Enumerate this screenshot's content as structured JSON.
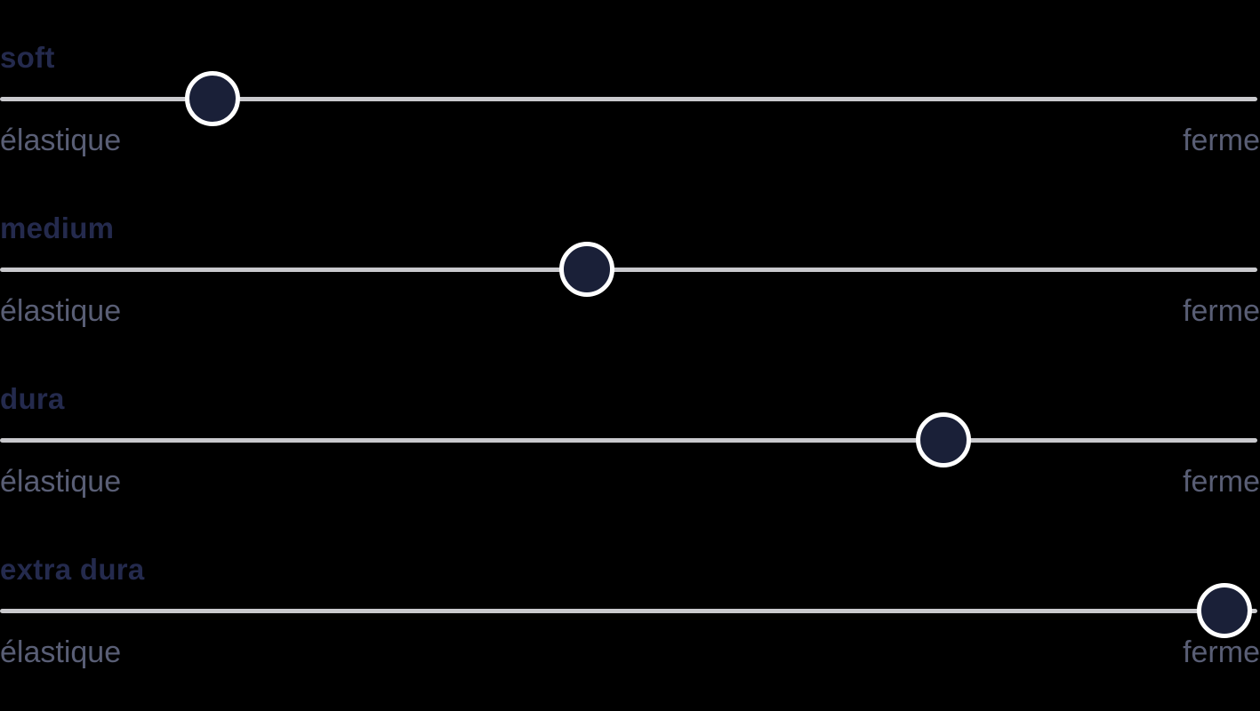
{
  "app": {
    "background_color": "#000000"
  },
  "colors": {
    "title_text": "#242a4d",
    "scale_label_text": "#595e75",
    "track": "#c9c9cd",
    "knob_fill": "#1a2038",
    "knob_ring": "#ffffff"
  },
  "sliders": [
    {
      "title": "soft",
      "min_label": "élastique",
      "max_label": "ferme",
      "value_percent": 16.9
    },
    {
      "title": "medium",
      "min_label": "élastique",
      "max_label": "ferme",
      "value_percent": 46.7
    },
    {
      "title": "dura",
      "min_label": "élastique",
      "max_label": "ferme",
      "value_percent": 75.0
    },
    {
      "title": "extra dura",
      "min_label": "élastique",
      "max_label": "ferme",
      "value_percent": 97.4
    }
  ]
}
